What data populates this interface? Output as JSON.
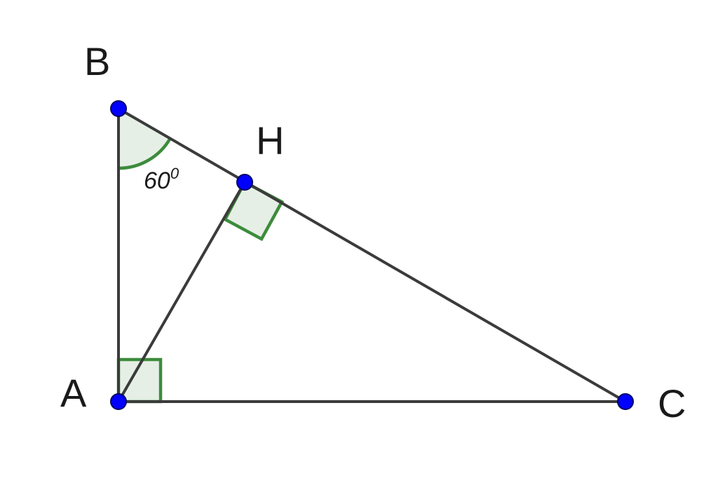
{
  "diagram": {
    "points": {
      "A": "A",
      "B": "B",
      "C": "C",
      "H": "H"
    },
    "angle_at_B": {
      "value": "60",
      "unit_superscript": "0"
    },
    "right_angles": [
      "A",
      "H"
    ],
    "segments": [
      "AB",
      "BC",
      "CA",
      "AH"
    ],
    "colors": {
      "line": "#3b3b3b",
      "point_fill": "#0000ff",
      "point_stroke": "#000066",
      "angle_stroke": "#3c8c3c",
      "angle_fill": "#e6efe6"
    }
  }
}
